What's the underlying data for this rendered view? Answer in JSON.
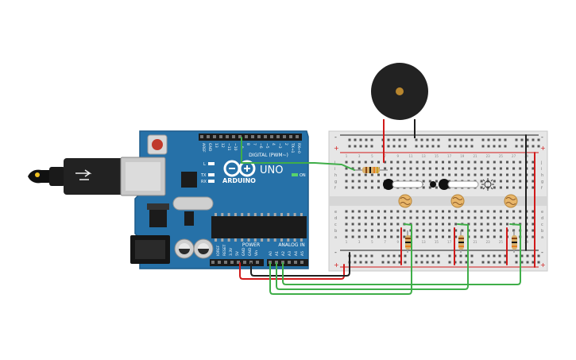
{
  "arduino": {
    "brand": "ARDUINO",
    "model": "UNO",
    "digital_label": "DIGITAL (PWM~)",
    "power_label": "POWER",
    "analog_label": "ANALOG IN",
    "on_label": "ON",
    "led_l": "L",
    "led_tx": "TX",
    "led_rx": "RX",
    "digital_pins": [
      "AREF",
      "GND",
      "13",
      "12",
      "~11",
      "~10",
      "~9",
      "8",
      "7",
      "~6",
      "~5",
      "4",
      "~3",
      "2",
      "TX→1",
      "RX←0"
    ],
    "power_pins": [
      "IOREF",
      "RESET",
      "3.3V",
      "5V",
      "GND",
      "GND",
      "Vin"
    ],
    "analog_pins": [
      "A0",
      "A1",
      "A2",
      "A3",
      "A4",
      "A5"
    ]
  },
  "breadboard": {
    "col_numbers": [
      "1",
      "3",
      "5",
      "7",
      "9",
      "11",
      "13",
      "15",
      "17",
      "19",
      "21",
      "23",
      "25",
      "27",
      "29"
    ],
    "row_letters_top": [
      "j",
      "i",
      "h",
      "g",
      "f"
    ],
    "row_letters_bottom": [
      "e",
      "d",
      "c",
      "b",
      "a"
    ],
    "rail_plus": "+",
    "rail_minus": "-"
  },
  "colors": {
    "board": "#2671a8",
    "board_edge": "#1d5b8a",
    "breadboard": "#e6e6e6",
    "wire_green": "#3fae49",
    "wire_red": "#d11a1a",
    "wire_black": "#1f1f1f",
    "buzzer": "#222222",
    "photoresistor": "#e8b66a",
    "resistor": "#d8b06a"
  }
}
